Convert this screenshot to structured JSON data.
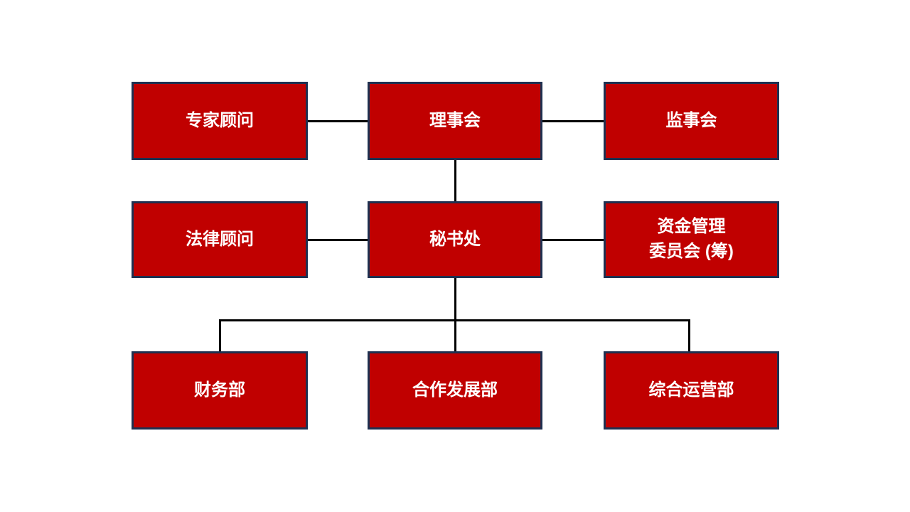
{
  "diagram": {
    "type": "org-chart",
    "colors": {
      "node_fill": "#C00000",
      "node_border": "#1F3050",
      "node_text": "#FFFFFF",
      "connector": "#000000",
      "canvas_bg": "#FFFFFF"
    },
    "nodes": [
      {
        "id": "expert-advisor",
        "label": "专家顾问",
        "label2": ""
      },
      {
        "id": "board-of-directors",
        "label": "理事会",
        "label2": ""
      },
      {
        "id": "supervisory-board",
        "label": "监事会",
        "label2": ""
      },
      {
        "id": "legal-advisor",
        "label": "法律顾问",
        "label2": ""
      },
      {
        "id": "secretariat",
        "label": "秘书处",
        "label2": ""
      },
      {
        "id": "fund-management-committee",
        "label": "资金管理",
        "label2": "委员会 (筹)"
      },
      {
        "id": "finance-department",
        "label": "财务部",
        "label2": ""
      },
      {
        "id": "cooperation-development-department",
        "label": "合作发展部",
        "label2": ""
      },
      {
        "id": "general-operations-department",
        "label": "综合运营部",
        "label2": ""
      }
    ],
    "edges": [
      {
        "from": "expert-advisor",
        "to": "board-of-directors"
      },
      {
        "from": "board-of-directors",
        "to": "supervisory-board"
      },
      {
        "from": "board-of-directors",
        "to": "secretariat"
      },
      {
        "from": "legal-advisor",
        "to": "secretariat"
      },
      {
        "from": "secretariat",
        "to": "fund-management-committee"
      },
      {
        "from": "secretariat",
        "to": "finance-department"
      },
      {
        "from": "secretariat",
        "to": "cooperation-development-department"
      },
      {
        "from": "secretariat",
        "to": "general-operations-department"
      }
    ]
  }
}
